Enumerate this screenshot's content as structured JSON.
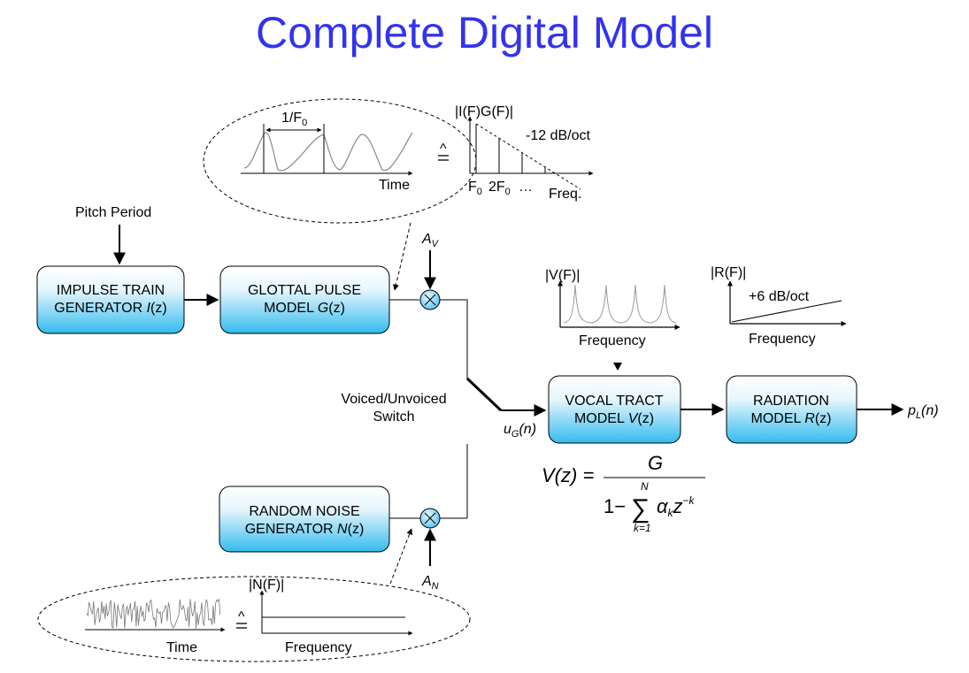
{
  "title": "Complete Digital Model",
  "inputs": {
    "pitch_period": "Pitch Period",
    "av_main": "A",
    "av_sub": "V",
    "an_main": "A",
    "an_sub": "N"
  },
  "blocks": {
    "impulse": {
      "line1": "IMPULSE TRAIN",
      "line2_prefix": "GENERATOR ",
      "line2_func": "I",
      "line2_arg": "(z)"
    },
    "glottal": {
      "line1": "GLOTTAL PULSE",
      "line2_prefix": "MODEL ",
      "line2_func": "G",
      "line2_arg": "(z)"
    },
    "noise": {
      "line1": "RANDOM NOISE",
      "line2_prefix": "GENERATOR ",
      "line2_func": "N",
      "line2_arg": "(z)"
    },
    "vocal": {
      "line1": "VOCAL TRACT",
      "line2_prefix": "MODEL ",
      "line2_func": "V",
      "line2_arg": "(z)"
    },
    "radiation": {
      "line1": "RADIATION",
      "line2_prefix": "MODEL ",
      "line2_func": "R",
      "line2_arg": "(z)"
    }
  },
  "switch": {
    "line1": "Voiced/Unvoiced",
    "line2": "Switch"
  },
  "signals": {
    "ug_main": "u",
    "ug_sub": "G",
    "ug_arg": "(n)",
    "pl_main": "p",
    "pl_sub": "L",
    "pl_arg": "(n)"
  },
  "glottal_bubble": {
    "period_label": "1/F",
    "period_sub": "0",
    "time_label": "Time",
    "hat_symbol": "^",
    "spectrum_label": "|I(F)G(F)|",
    "slope_label": "-12 dB/oct",
    "tick_f0": "F",
    "tick_f0_sub": "0",
    "tick_2f0": "2F",
    "tick_2f0_sub": "0",
    "tick_dots": "…",
    "freq_label": "Freq."
  },
  "vocal_spectrum": {
    "label": "|V(F)|",
    "axis": "Frequency"
  },
  "radiation_spectrum": {
    "label": "|R(F)|",
    "slope_label": "+6 dB/oct",
    "axis": "Frequency"
  },
  "noise_bubble": {
    "time_label": "Time",
    "hat_symbol": "^",
    "spectrum_label": "|N(F)|",
    "axis": "Frequency"
  },
  "equation": {
    "lhs": "V(z) =",
    "numerator": "G",
    "denominator_prefix": "1−",
    "sum_symbol": "∑",
    "sum_upper": "N",
    "sum_lower": "k=1",
    "term_alpha": "α",
    "term_alpha_sub": "k",
    "term_z": "z",
    "term_exp": "−k"
  },
  "colors": {
    "title": "#3333ee",
    "block_top": "#ffffff",
    "block_bottom": "#33bbee",
    "multiplier_fill": "#88d4f4"
  }
}
